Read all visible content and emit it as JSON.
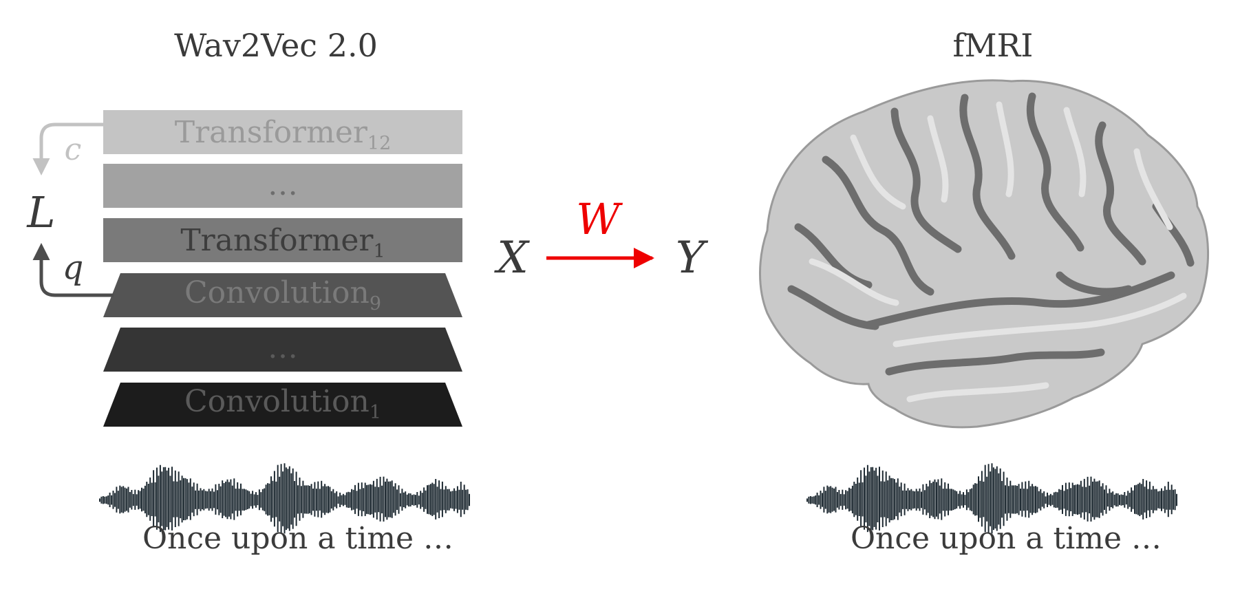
{
  "titles": {
    "left": "Wav2Vec 2.0",
    "right": "fMRI"
  },
  "layers": [
    {
      "id": "transformer-12",
      "base": "Transformer",
      "sub": "12",
      "fill": "#c4c4c4",
      "text_color": "#9a9a9a"
    },
    {
      "id": "transformer-dots",
      "base": "…",
      "sub": "",
      "fill": "#a2a2a2",
      "text_color": "#6e6e6e"
    },
    {
      "id": "transformer-1",
      "base": "Transformer",
      "sub": "1",
      "fill": "#7a7a7a",
      "text_color": "#3d3d3d"
    },
    {
      "id": "convolution-9",
      "base": "Convolution",
      "sub": "9",
      "fill": "#545454",
      "text_color": "#7a7a7a"
    },
    {
      "id": "convolution-dots",
      "base": "…",
      "sub": "",
      "fill": "#353535",
      "text_color": "#5a5a5a"
    },
    {
      "id": "convolution-1",
      "base": "Convolution",
      "sub": "1",
      "fill": "#1c1c1c",
      "text_color": "#5a5a5a"
    }
  ],
  "symbols": {
    "c": "c",
    "q": "q",
    "L": "L",
    "X": "X",
    "Y": "Y",
    "W": "W"
  },
  "colors": {
    "mapping_arrow": "#ee0000",
    "c_arrow": "#c2c2c2",
    "q_arrow": "#4d4d4d",
    "waveform": "#1e2a32",
    "brain_base": "#c9c9c9",
    "brain_gyri": "#e4e4e4",
    "brain_sulci": "#6d6d6d"
  },
  "captions": {
    "left": "Once upon a time …",
    "right": "Once upon a time …"
  },
  "icons": {
    "brain": "brain-icon",
    "waveform": "audio-waveform-icon"
  }
}
